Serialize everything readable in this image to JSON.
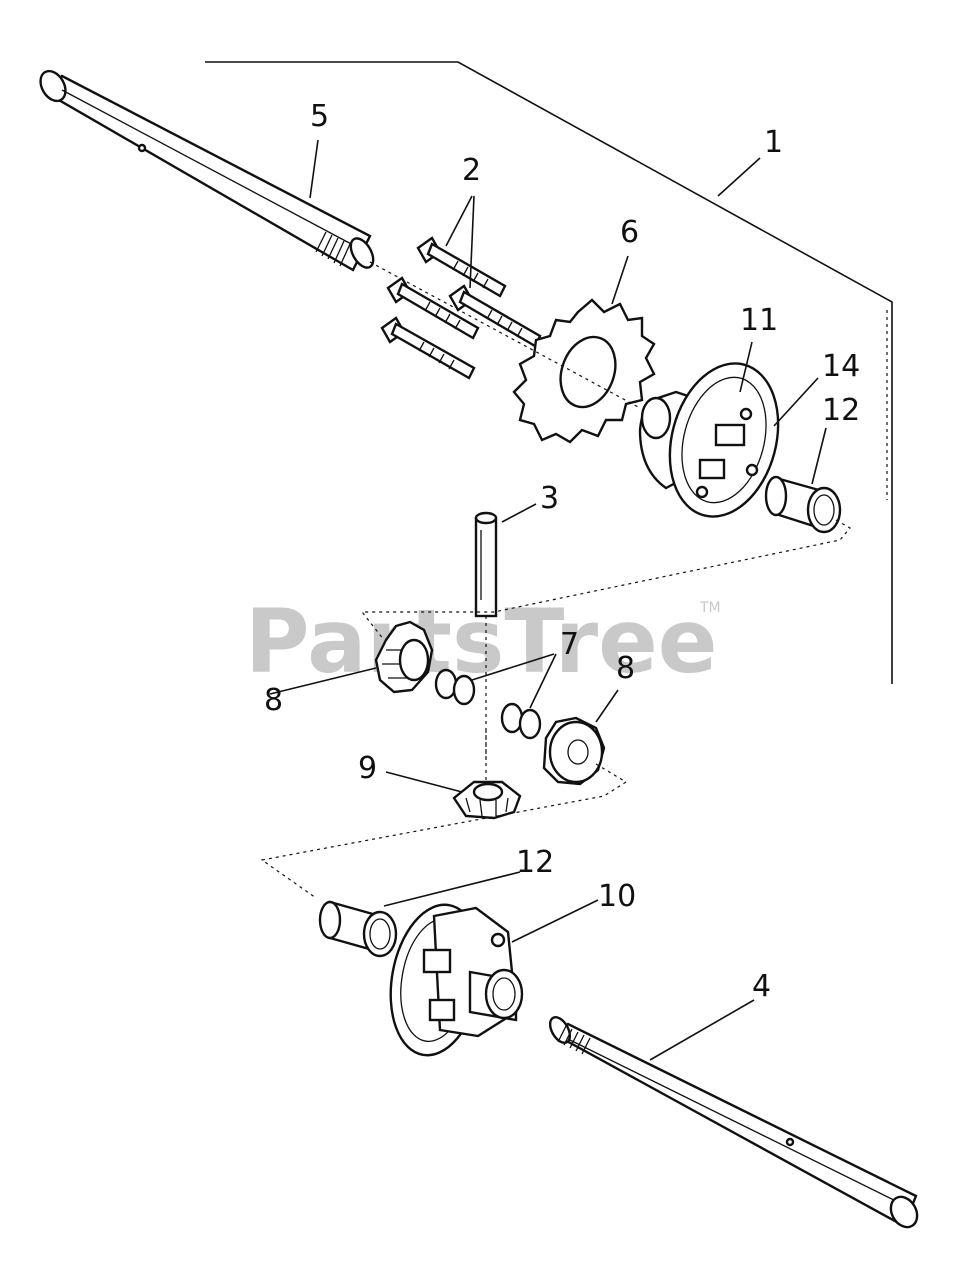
{
  "watermark": {
    "text": "PartsTree",
    "mark": "TM"
  },
  "callouts": [
    {
      "id": "1",
      "label": "1"
    },
    {
      "id": "2",
      "label": "2"
    },
    {
      "id": "3",
      "label": "3"
    },
    {
      "id": "4",
      "label": "4"
    },
    {
      "id": "5",
      "label": "5"
    },
    {
      "id": "6",
      "label": "6"
    },
    {
      "id": "7",
      "label": "7"
    },
    {
      "id": "8a",
      "label": "8"
    },
    {
      "id": "8b",
      "label": "8"
    },
    {
      "id": "9",
      "label": "9"
    },
    {
      "id": "10",
      "label": "10"
    },
    {
      "id": "11",
      "label": "11"
    },
    {
      "id": "12a",
      "label": "12"
    },
    {
      "id": "12b",
      "label": "12"
    },
    {
      "id": "14",
      "label": "14"
    }
  ]
}
